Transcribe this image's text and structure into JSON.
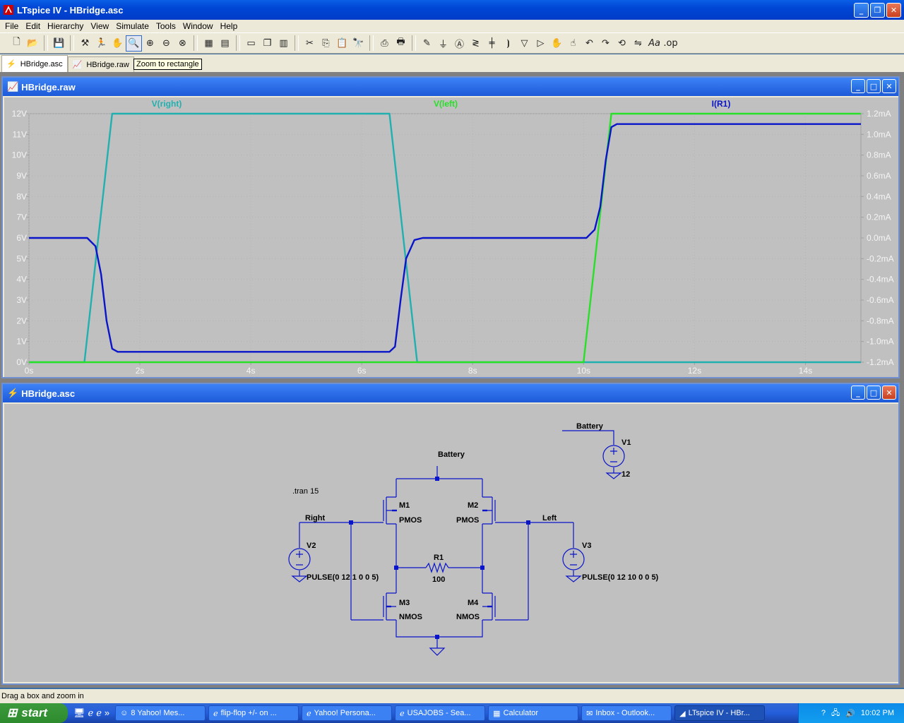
{
  "app": {
    "title": "LTspice IV - HBridge.asc",
    "icon": "ltspice-icon"
  },
  "menu": [
    "File",
    "Edit",
    "Hierarchy",
    "View",
    "Simulate",
    "Tools",
    "Window",
    "Help"
  ],
  "tabs": [
    {
      "label": "HBridge.asc",
      "icon": "schematic-icon"
    },
    {
      "label": "HBridge.raw",
      "icon": "waveform-icon"
    }
  ],
  "tooltip": "Zoom to rectangle",
  "waveform_window": {
    "title": "HBridge.raw",
    "trace_labels": [
      "V(right)",
      "V(left)",
      "I(R1)"
    ]
  },
  "chart_data": {
    "type": "line",
    "title": "",
    "x_ticks": [
      "0s",
      "2s",
      "4s",
      "6s",
      "8s",
      "10s",
      "12s",
      "14s"
    ],
    "xlim": [
      0,
      15
    ],
    "ylim": [
      0,
      12
    ],
    "y_ticks_left": [
      "12V",
      "11V",
      "10V",
      "9V",
      "8V",
      "7V",
      "6V",
      "5V",
      "4V",
      "3V",
      "2V",
      "1V",
      "0V"
    ],
    "y2lim": [
      -1.2,
      1.2
    ],
    "y_ticks_right": [
      "1.2mA",
      "1.0mA",
      "0.8mA",
      "0.6mA",
      "0.4mA",
      "0.2mA",
      "0.0mA",
      "-0.2mA",
      "-0.4mA",
      "-0.6mA",
      "-0.8mA",
      "-1.0mA",
      "-1.2mA"
    ],
    "grid": true,
    "series": [
      {
        "name": "V(right)",
        "color": "#20b0b0",
        "axis": "left",
        "points": [
          [
            0,
            0
          ],
          [
            1,
            0
          ],
          [
            1.5,
            12
          ],
          [
            6.5,
            12
          ],
          [
            7,
            0
          ],
          [
            15,
            0
          ]
        ]
      },
      {
        "name": "V(left)",
        "color": "#28e028",
        "axis": "left",
        "points": [
          [
            0,
            0
          ],
          [
            10,
            0
          ],
          [
            10.5,
            12
          ],
          [
            15,
            12
          ]
        ]
      },
      {
        "name": "I(R1)",
        "color": "#0a14c8",
        "axis": "right",
        "points": [
          [
            0,
            0
          ],
          [
            1.05,
            0
          ],
          [
            1.2,
            -0.08
          ],
          [
            1.3,
            -0.35
          ],
          [
            1.4,
            -0.8
          ],
          [
            1.5,
            -1.07
          ],
          [
            1.6,
            -1.1
          ],
          [
            6.5,
            -1.1
          ],
          [
            6.6,
            -1.05
          ],
          [
            6.7,
            -0.6
          ],
          [
            6.8,
            -0.2
          ],
          [
            6.95,
            -0.02
          ],
          [
            7.1,
            0
          ],
          [
            10.05,
            0
          ],
          [
            10.2,
            0.08
          ],
          [
            10.3,
            0.3
          ],
          [
            10.4,
            0.75
          ],
          [
            10.5,
            1.07
          ],
          [
            10.6,
            1.1
          ],
          [
            15,
            1.1
          ]
        ]
      }
    ]
  },
  "schematic_window": {
    "title": "HBridge.asc",
    "labels": {
      "battery_top": "Battery",
      "battery_net": "Battery",
      "v1": "V1",
      "v1_value": "12",
      "tran": ".tran 15",
      "right": "Right",
      "left": "Left",
      "m1": "M1",
      "m1_model": "PMOS",
      "m2": "M2",
      "m2_model": "PMOS",
      "m3": "M3",
      "m3_model": "NMOS",
      "m4": "M4",
      "m4_model": "NMOS",
      "r1": "R1",
      "r1_value": "100",
      "v2": "V2",
      "v2_value": "PULSE(0 12 1 0 0 5)",
      "v3": "V3",
      "v3_value": "PULSE(0 12 10 0 0 5)"
    }
  },
  "status": "Drag a box and zoom in",
  "taskbar": {
    "start": "start",
    "items": [
      {
        "label": "8 Yahoo! Mes...",
        "active": false
      },
      {
        "label": "flip-flop +/- on ...",
        "active": false
      },
      {
        "label": "Yahoo! Persona...",
        "active": false
      },
      {
        "label": "USAJOBS - Sea...",
        "active": false
      },
      {
        "label": "Calculator",
        "active": false
      },
      {
        "label": "Inbox - Outlook...",
        "active": false
      },
      {
        "label": "LTspice IV - HBr...",
        "active": true
      }
    ],
    "clock": "10:02 PM"
  },
  "colors": {
    "titlebar": "#0046d5",
    "plot_bg": "#c0c0c0",
    "wire": "#0a14c8",
    "grid": "#a8a8a8"
  }
}
